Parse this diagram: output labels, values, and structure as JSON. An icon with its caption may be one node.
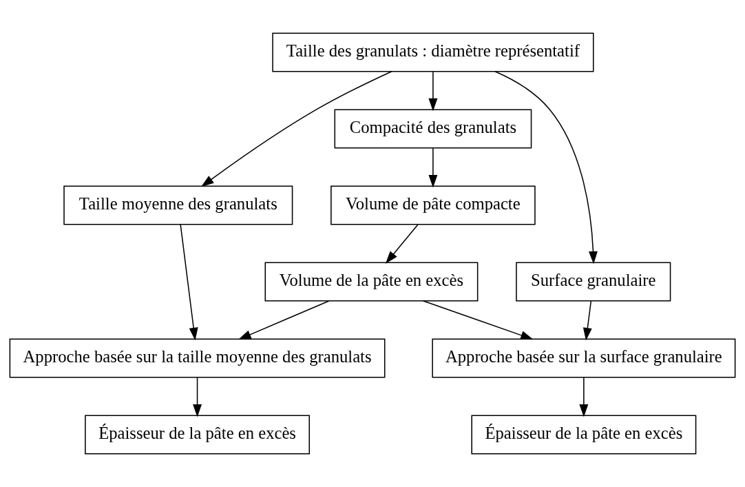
{
  "diagram": {
    "nodes": [
      {
        "text": [
          "Taille des granulats : diamètre représentatif"
        ]
      },
      {
        "text": [
          "Taille moyenne des granulats"
        ]
      },
      {
        "text": [
          "Compacité des granulats"
        ]
      },
      {
        "text": [
          "Surface granulaire"
        ]
      },
      {
        "text": [
          "Volume de pâte compacte"
        ]
      },
      {
        "text": [
          "Volume de la pâte en excès"
        ]
      },
      {
        "text": [
          "Approche basée sur la taille moyenne des granulats"
        ]
      },
      {
        "text": [
          "Approche basée sur la surface granulaire"
        ]
      },
      {
        "text": [
          "Épaisseur de la pâte en excès"
        ]
      },
      {
        "text": [
          "Épaisseur de la pâte en excès"
        ]
      }
    ],
    "edges": [
      {
        "from": 0,
        "to": 1,
        "arrow": "to"
      },
      {
        "from": 0,
        "to": 2,
        "arrow": "to"
      },
      {
        "from": 0,
        "to": 3,
        "arrow": "to"
      },
      {
        "from": 2,
        "to": 4,
        "arrow": "to"
      },
      {
        "from": 4,
        "to": 5,
        "arrow": "to"
      },
      {
        "from": 1,
        "to": 6,
        "arrow": "to"
      },
      {
        "from": 5,
        "to": 6,
        "arrow": "to"
      },
      {
        "from": 5,
        "to": 7,
        "arrow": "to"
      },
      {
        "from": 3,
        "to": 7,
        "arrow": "to"
      },
      {
        "from": 6,
        "to": 8,
        "arrow": "to"
      },
      {
        "from": 7,
        "to": 9,
        "arrow": "to"
      }
    ]
  }
}
